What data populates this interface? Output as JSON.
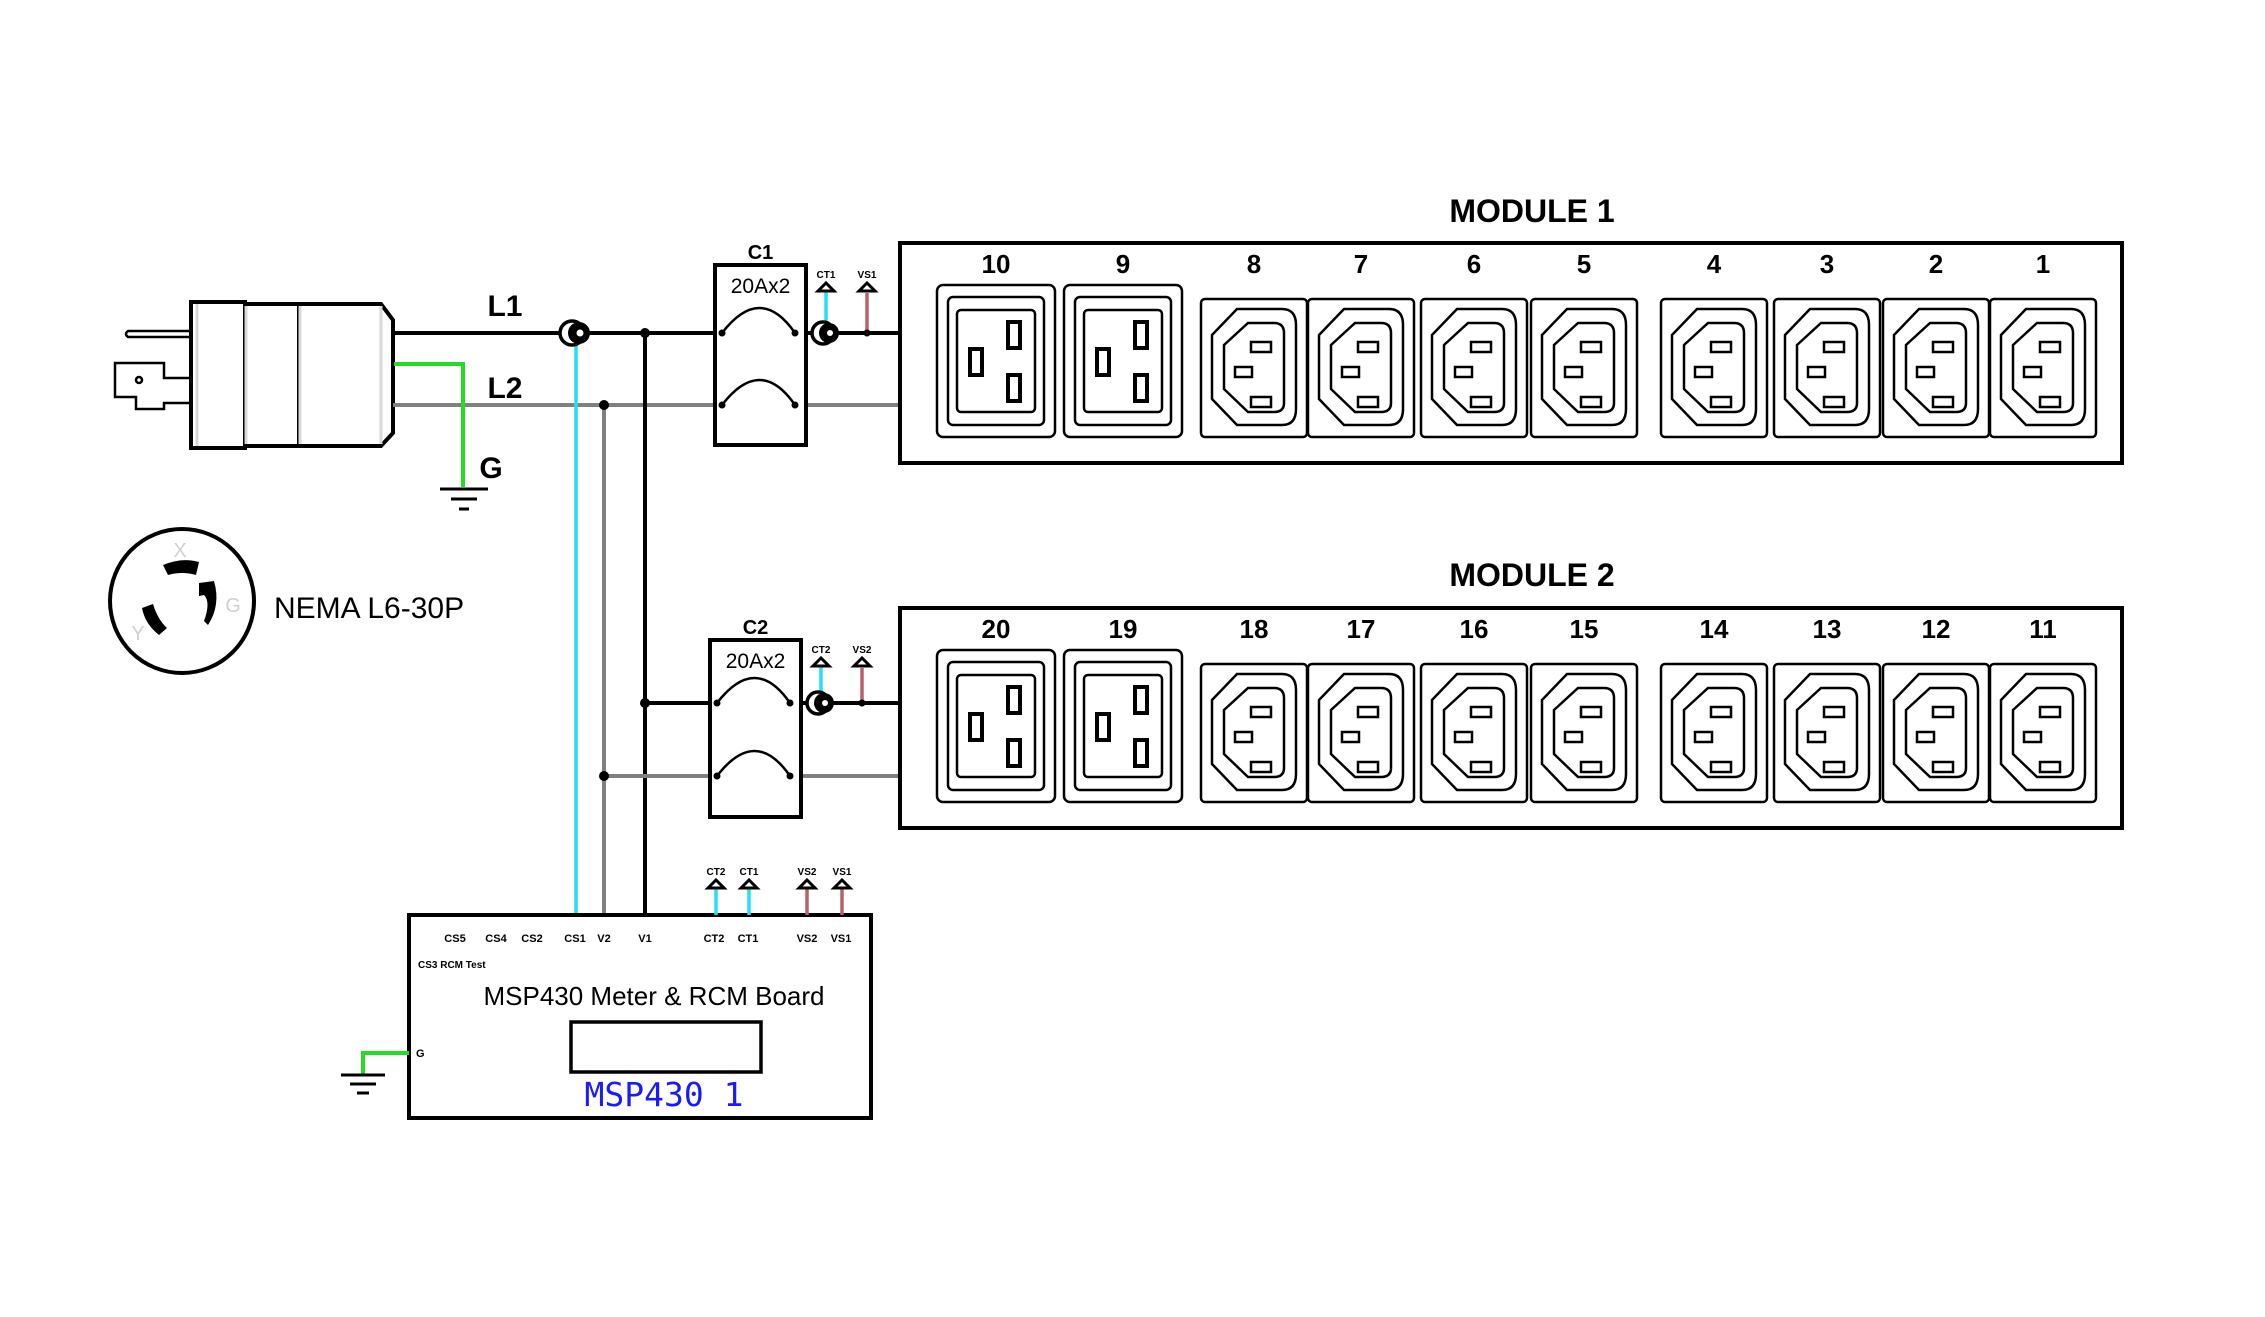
{
  "title": "PDU Wiring Diagram",
  "colors": {
    "line1": "#000000",
    "line2": "#808080",
    "ground": "#22dd22",
    "current_sense": "#22e0f0",
    "voltage_sense": "#b86070",
    "chip_label": "#1a1aff"
  },
  "input": {
    "plug_label": "NEMA L6-30P",
    "receptacle_pins": [
      "X",
      "Y",
      "G"
    ],
    "wire_labels": {
      "l1": "L1",
      "l2": "L2",
      "ground": "G"
    }
  },
  "breakers": [
    {
      "id": "C1",
      "rating": "20Ax2",
      "ct_label": "CT1",
      "vs_label": "VS1"
    },
    {
      "id": "C2",
      "rating": "20Ax2",
      "ct_label": "CT2",
      "vs_label": "VS2"
    }
  ],
  "modules": [
    {
      "title": "MODULE 1",
      "outlets": [
        {
          "number": "10",
          "type": "C19"
        },
        {
          "number": "9",
          "type": "C19"
        },
        {
          "number": "8",
          "type": "C13"
        },
        {
          "number": "7",
          "type": "C13"
        },
        {
          "number": "6",
          "type": "C13"
        },
        {
          "number": "5",
          "type": "C13"
        },
        {
          "number": "4",
          "type": "C13"
        },
        {
          "number": "3",
          "type": "C13"
        },
        {
          "number": "2",
          "type": "C13"
        },
        {
          "number": "1",
          "type": "C13"
        }
      ]
    },
    {
      "title": "MODULE 2",
      "outlets": [
        {
          "number": "20",
          "type": "C19"
        },
        {
          "number": "19",
          "type": "C19"
        },
        {
          "number": "18",
          "type": "C13"
        },
        {
          "number": "17",
          "type": "C13"
        },
        {
          "number": "16",
          "type": "C13"
        },
        {
          "number": "15",
          "type": "C13"
        },
        {
          "number": "14",
          "type": "C13"
        },
        {
          "number": "13",
          "type": "C13"
        },
        {
          "number": "12",
          "type": "C13"
        },
        {
          "number": "11",
          "type": "C13"
        }
      ]
    }
  ],
  "board": {
    "title": "MSP430 Meter & RCM Board",
    "chip_label": "MSP430 1",
    "rcm_label": "CS3 RCM Test",
    "ground_pin": "G",
    "pins": [
      "CS5",
      "CS4",
      "CS2",
      "CS1",
      "V2",
      "V1",
      "CT2",
      "CT1",
      "VS2",
      "VS1"
    ],
    "input_arrows": [
      "CT2",
      "CT1",
      "VS2",
      "VS1"
    ]
  }
}
